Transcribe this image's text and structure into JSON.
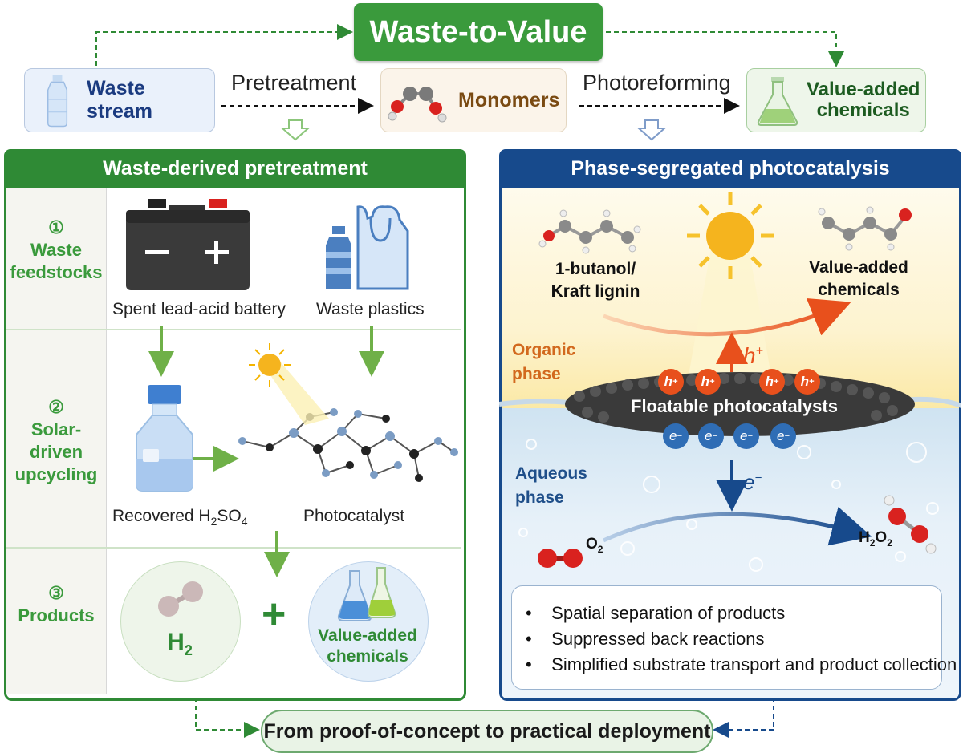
{
  "title": "Waste-to-Value",
  "top_flow": {
    "waste_stream": "Waste stream",
    "pretreatment": "Pretreatment",
    "monomers": "Monomers",
    "photoreforming": "Photoreforming",
    "value_added_line1": "Value-added",
    "value_added_line2": "chemicals"
  },
  "left_panel": {
    "header": "Waste-derived pretreatment",
    "row1": {
      "num": "①",
      "line1": "Waste",
      "line2": "feedstocks",
      "caption_a": "Spent lead-acid battery",
      "caption_b": "Waste plastics"
    },
    "row2": {
      "num": "②",
      "line1": "Solar-driven",
      "line2": "upcycling",
      "caption_a_pre": "Recovered H",
      "caption_a_sub1": "2",
      "caption_a_mid": "SO",
      "caption_a_sub2": "4",
      "caption_b": "Photocatalyst"
    },
    "row3": {
      "num": "③",
      "line1": "Products",
      "h2_main": "H",
      "h2_sub": "2",
      "plus": "+",
      "vac_line1": "Value-added",
      "vac_line2": "chemicals"
    }
  },
  "right_panel": {
    "header": "Phase-segregated photocatalysis",
    "reactant_line1": "1-butanol/",
    "reactant_line2": "Kraft lignin",
    "product_line1": "Value-added",
    "product_line2": "chemicals",
    "organic_line1": "Organic",
    "organic_line2": "phase",
    "aqueous_line1": "Aqueous",
    "aqueous_line2": "phase",
    "hole": "h",
    "hole_sup": "+",
    "electron": "e",
    "electron_sup": "−",
    "floatable": "Floatable photocatalysts",
    "o2_main": "O",
    "o2_sub": "2",
    "h2o2_a": "H",
    "h2o2_sub1": "2",
    "h2o2_b": "O",
    "h2o2_sub2": "2",
    "bullets": [
      "Spatial separation of products",
      "Suppressed back reactions",
      "Simplified substrate transport and product collection"
    ]
  },
  "bottom": "From proof-of-concept to practical deployment",
  "colors": {
    "green": "#2f8a35",
    "blue": "#174a8c",
    "hole_orange": "#e8501c",
    "electron_blue": "#2f6db5"
  }
}
